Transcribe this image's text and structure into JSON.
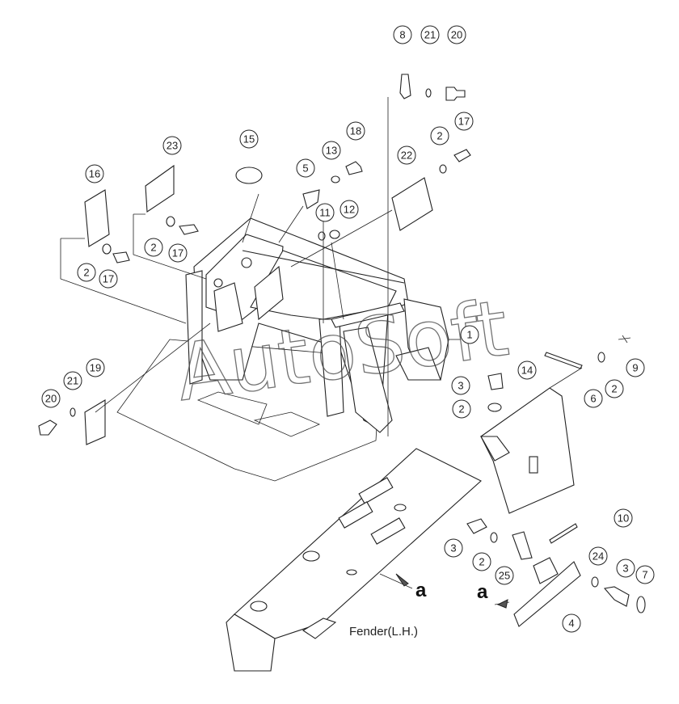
{
  "diagram": {
    "watermark": "AutoSoft",
    "fender_label": "Fender(L.H.)",
    "view_marker": "a",
    "callouts": [
      "1",
      "2",
      "3",
      "4",
      "5",
      "6",
      "7",
      "8",
      "9",
      "10",
      "11",
      "12",
      "13",
      "14",
      "15",
      "16",
      "17",
      "18",
      "19",
      "20",
      "21",
      "22",
      "23",
      "24",
      "25"
    ]
  }
}
